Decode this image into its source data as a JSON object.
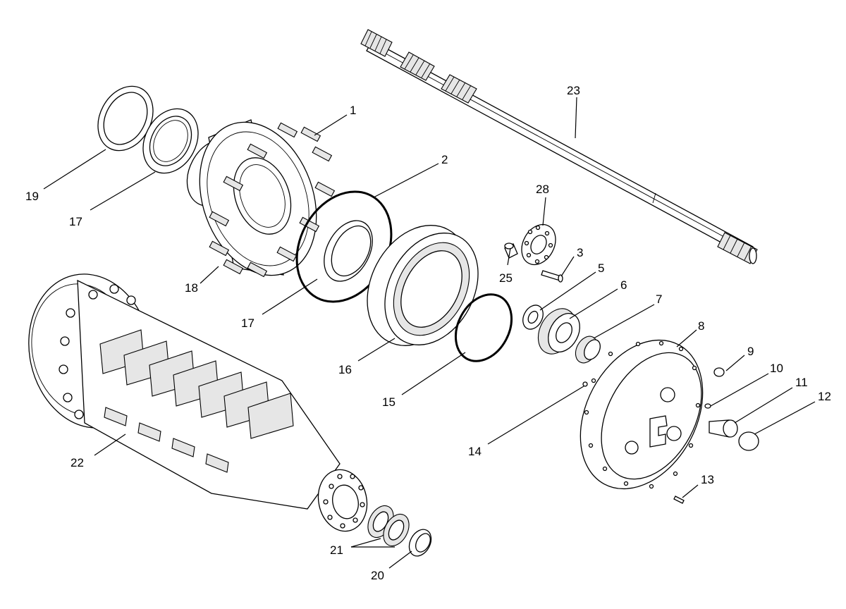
{
  "labels": [
    {
      "id": "callout-1",
      "text": "1"
    },
    {
      "id": "callout-2",
      "text": "2"
    },
    {
      "id": "callout-3",
      "text": "3"
    },
    {
      "id": "callout-5",
      "text": "5"
    },
    {
      "id": "callout-6",
      "text": "6"
    },
    {
      "id": "callout-7",
      "text": "7"
    },
    {
      "id": "callout-8",
      "text": "8"
    },
    {
      "id": "callout-9",
      "text": "9"
    },
    {
      "id": "callout-10",
      "text": "10"
    },
    {
      "id": "callout-11",
      "text": "11"
    },
    {
      "id": "callout-12",
      "text": "12"
    },
    {
      "id": "callout-13",
      "text": "13"
    },
    {
      "id": "callout-14",
      "text": "14"
    },
    {
      "id": "callout-15",
      "text": "15"
    },
    {
      "id": "callout-16",
      "text": "16"
    },
    {
      "id": "callout-17a",
      "text": "17"
    },
    {
      "id": "callout-17b",
      "text": "17"
    },
    {
      "id": "callout-18",
      "text": "18"
    },
    {
      "id": "callout-19",
      "text": "19"
    },
    {
      "id": "callout-20",
      "text": "20"
    },
    {
      "id": "callout-21",
      "text": "21"
    },
    {
      "id": "callout-22",
      "text": "22"
    },
    {
      "id": "callout-23",
      "text": "23"
    },
    {
      "id": "callout-25",
      "text": "25"
    },
    {
      "id": "callout-28",
      "text": "28"
    }
  ]
}
